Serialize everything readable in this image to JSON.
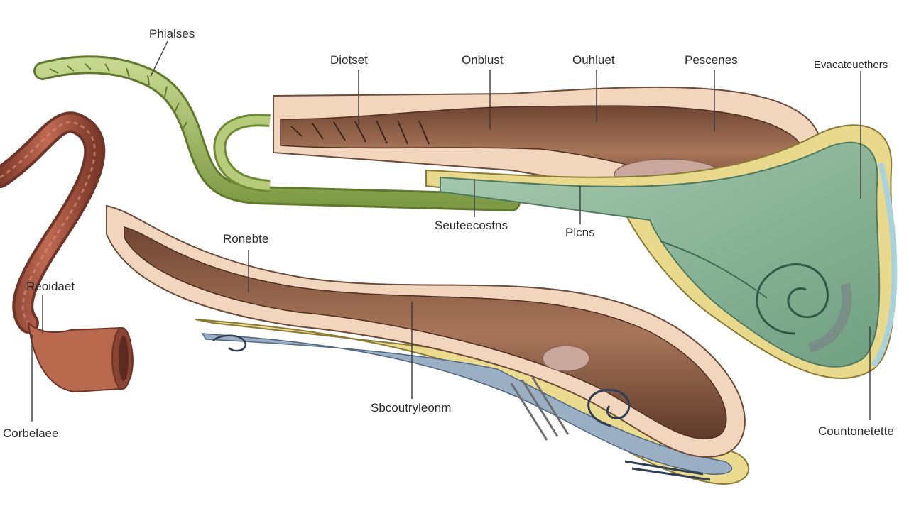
{
  "labels": {
    "phialses": "Phialses",
    "diotset": "Diotset",
    "onblust": "Onblust",
    "ouhluet": "Ouhluet",
    "pescenes": "Pescenes",
    "evacateuethers": "Evacateuethers",
    "seuteecostns": "Seuteecostns",
    "plcns": "Plcns",
    "ronebte": "Ronebte",
    "reoidaet": "Reoidaet",
    "sbcoutryleonm": "Sbcoutryleonm",
    "corbelaee": "Corbelaee",
    "countonetette": "Countonetette"
  },
  "colors": {
    "brown_tube": "#8a5a45",
    "skin": "#f1d5bd",
    "green_tube": "#a9bd6a",
    "sage": "#8fb89a",
    "yellow_layer": "#eadb8f",
    "blue_layer": "#8aa0b8",
    "red_brown": "#a3543f"
  }
}
